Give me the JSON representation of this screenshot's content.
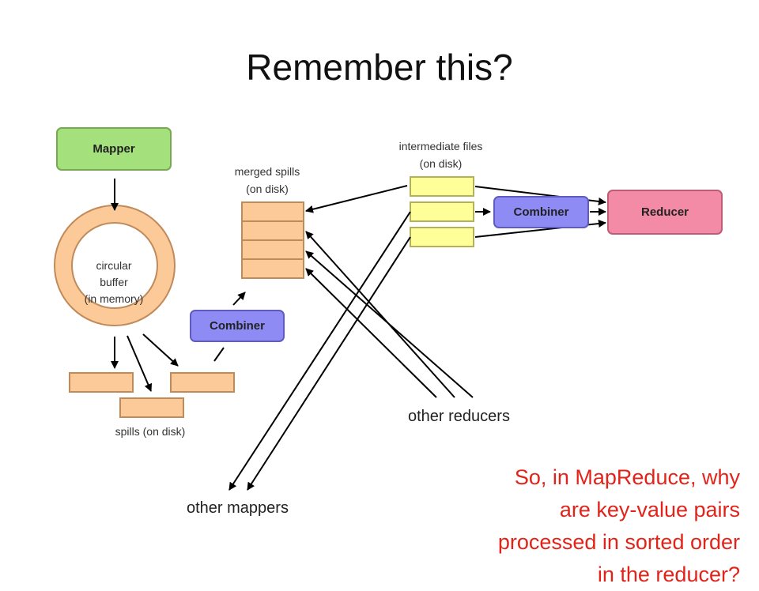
{
  "title": "Remember this?",
  "boxes": {
    "mapper": "Mapper",
    "combiner_left": "Combiner",
    "combiner_right": "Combiner",
    "reducer": "Reducer"
  },
  "labels": {
    "circular_buffer": "circular\nbuffer\n(in memory)",
    "spills": "spills (on disk)",
    "merged_spills": "merged spills\n(on disk)",
    "intermediate_files": "intermediate files\n(on disk)",
    "other_reducers": "other reducers",
    "other_mappers": "other mappers"
  },
  "question": "So, in MapReduce, why\nare key-value pairs\nprocessed in sorted order\nin the reducer?",
  "colors": {
    "mapper_fill": "#a4e07b",
    "combiner_fill": "#8e8bf5",
    "reducer_fill": "#f38aa6",
    "spill_fill": "#fcc999",
    "intermediate_fill": "#ffff9a",
    "question_text": "#e2231a"
  }
}
